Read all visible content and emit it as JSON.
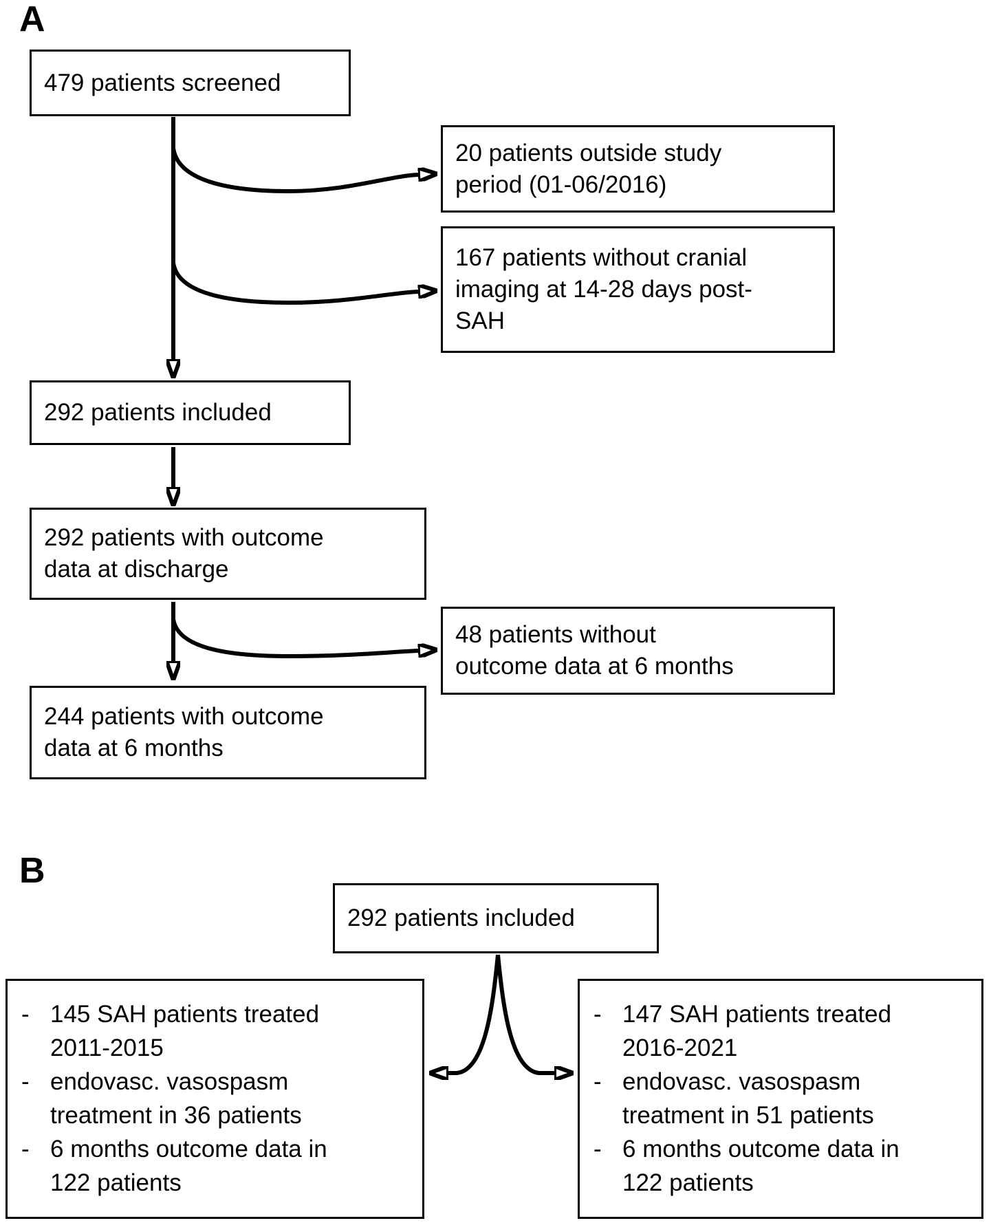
{
  "page": {
    "background_color": "#ffffff",
    "line_color": "#000000"
  },
  "panelA": {
    "label": "A",
    "boxes": {
      "screened": {
        "text": "479 patients screened"
      },
      "outside_period": {
        "text": "20 patients outside study\nperiod (01-06/2016)"
      },
      "no_imaging": {
        "text": "167 patients without cranial\nimaging at 14-28 days post-\nSAH"
      },
      "included": {
        "text": "292 patients included"
      },
      "outcome_discharge": {
        "text": "292 patients with outcome\ndata at discharge"
      },
      "no_outcome_6months": {
        "text": "48 patients without\noutcome data at 6 months"
      },
      "outcome_6months": {
        "text": "244 patients with outcome\ndata at 6 months"
      }
    }
  },
  "panelB": {
    "label": "B",
    "included_box": {
      "text": "292 patients included"
    },
    "left_box": {
      "items": [
        {
          "bullet": "-",
          "text": "145 SAH patients treated\n2011-2015"
        },
        {
          "bullet": "-",
          "text": "endovasc. vasospasm\ntreatment in 36 patients"
        },
        {
          "bullet": "-",
          "text": "6 months outcome data in\n122 patients"
        }
      ]
    },
    "right_box": {
      "items": [
        {
          "bullet": "-",
          "text": "147 SAH patients treated\n2016-2021"
        },
        {
          "bullet": "-",
          "text": "endovasc. vasospasm\ntreatment in 51 patients"
        },
        {
          "bullet": "-",
          "text": "6 months outcome data in\n122 patients"
        }
      ]
    }
  }
}
